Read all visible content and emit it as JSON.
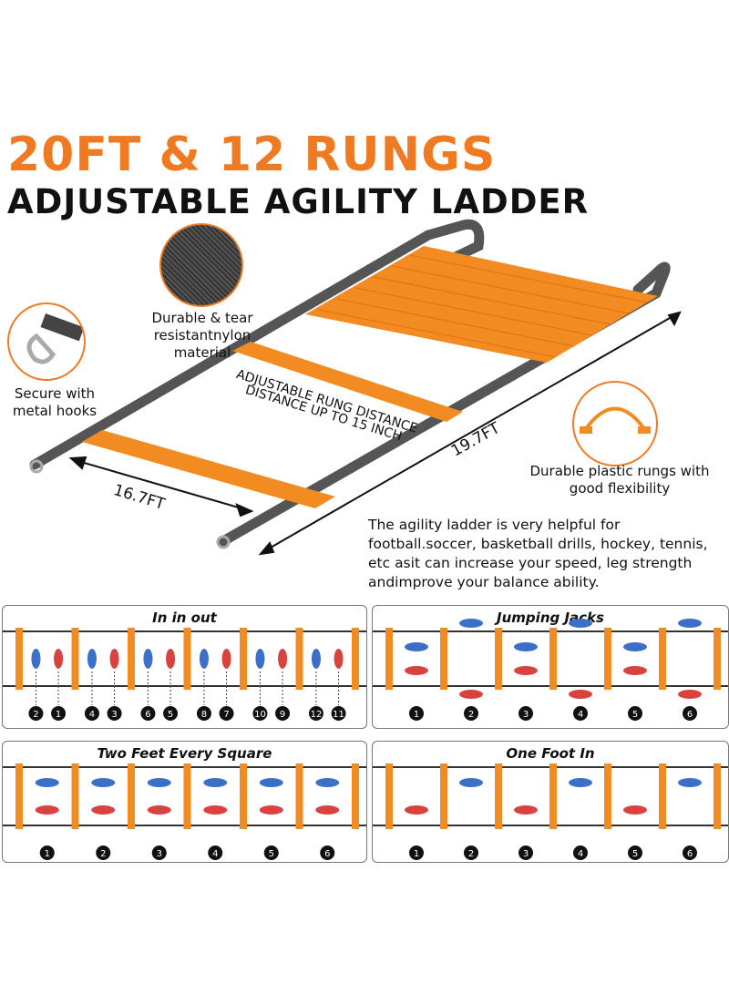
{
  "header": {
    "title": "20FT & 12 RUNGS",
    "subtitle": "ADJUSTABLE AGILITY LADDER"
  },
  "callouts": {
    "material": "Durable & tear\nresistantnylon\nmaterial",
    "hooks": "Secure with\nmetal hooks",
    "rungs": "Durable plastic rungs with\ngood flexibility"
  },
  "dimensions": {
    "rung_distance_line1": "ADJUSTABLE RUNG DISTANCE",
    "rung_distance_line2": "DISTANCE UP TO 15 INCH",
    "width": "16.7FT",
    "length": "19.7FT"
  },
  "description": "The agility ladder is very helpful for football.soccer, basketball drills, hockey, tennis, etc asit can increase your speed, leg strength andimprove your balance ability.",
  "colors": {
    "accent": "#f07a22",
    "strap": "#555555",
    "left_foot": "#3b6fc8",
    "right_foot": "#d9433f"
  },
  "drills": [
    {
      "title": "In in out",
      "steps": [
        "2",
        "1",
        "4",
        "3",
        "6",
        "5",
        "8",
        "7",
        "10",
        "9",
        "12",
        "11"
      ]
    },
    {
      "title": "Jumping Jacks",
      "steps": [
        "1",
        "2",
        "3",
        "4",
        "5",
        "6"
      ]
    },
    {
      "title": "Two Feet Every Square",
      "steps": [
        "1",
        "2",
        "3",
        "4",
        "5",
        "6"
      ]
    },
    {
      "title": "One Foot In",
      "steps": [
        "1",
        "2",
        "3",
        "4",
        "5",
        "6"
      ]
    }
  ]
}
